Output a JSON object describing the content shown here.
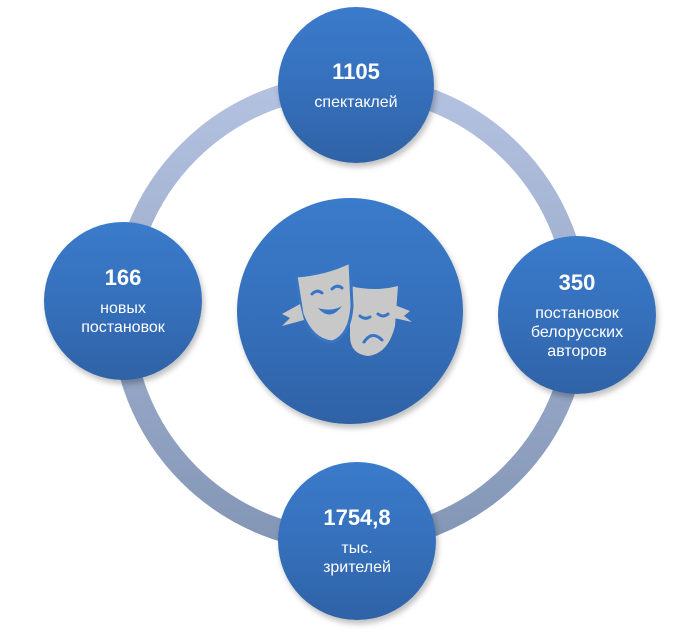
{
  "center": {
    "icon": "theater-masks-icon"
  },
  "nodes": [
    {
      "value": "1105",
      "label": "спектаклей"
    },
    {
      "value": "350",
      "label": "постановок белорусских авторов"
    },
    {
      "value": "1754,8",
      "label": "тыс. зрителей"
    },
    {
      "value": "166",
      "label": "новых постановок"
    }
  ],
  "colors": {
    "circle": "#3a7bcb",
    "ring": "#a9b9d8",
    "icon": "#c8c8c8"
  }
}
